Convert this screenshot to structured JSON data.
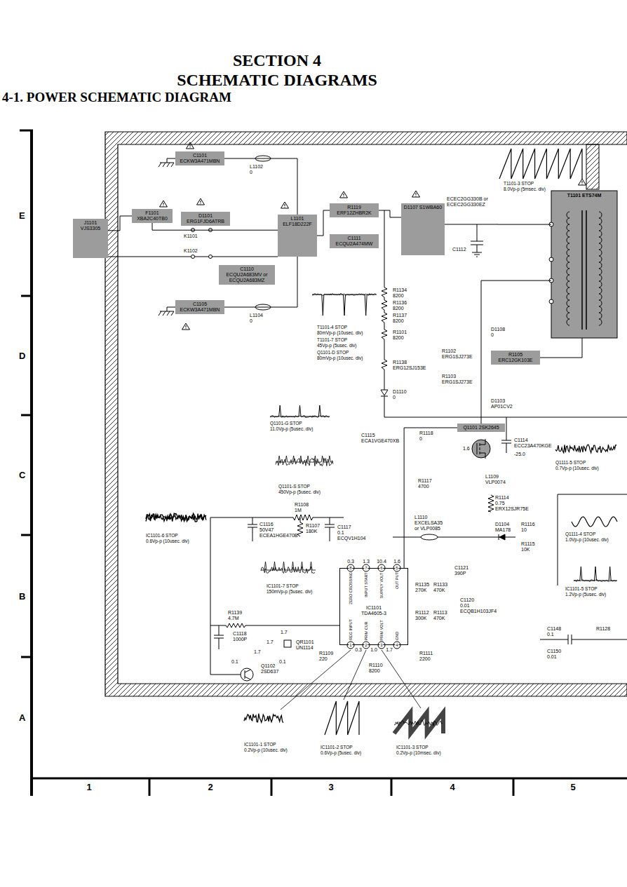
{
  "diagram": {
    "title": "SECTION 4",
    "nodes": [
      {
        "text": [
          "J1101 VJS3305"
        ]
      },
      {
        "text": [
          "F1101 XBA2C40TB0"
        ]
      },
      {
        "text": [
          "D1101 ERG1FJD6ATRB"
        ]
      },
      {
        "text": [
          "C1101 ECKW3A471MBN"
        ]
      },
      {
        "text": [
          "C1105 ECKW3A471MBN"
        ]
      },
      {
        "text": [
          "L1101 ELF18D222F"
        ]
      },
      {
        "text": [
          "C1110",
          "ECQU2A683MV or ECQU2A683MZ"
        ]
      },
      {
        "text": [
          "R1119 ERF12ZHBR2K"
        ]
      },
      {
        "text": [
          "C1111 ECQU2A474MW"
        ]
      },
      {
        "text": [
          "D1107 S1WBA60"
        ]
      },
      {
        "text": [
          "T1101 ETS74M"
        ]
      },
      {
        "text": [
          "R1105 ERC12GK103E"
        ]
      },
      {
        "text": [
          "Q1101 2SK2645"
        ]
      },
      {
        "text": [
          "IC1101 TDA4605-3"
        ]
      }
    ],
    "edges": [
      {
        "from": 0,
        "to": 1,
        "arrow": "none"
      },
      {
        "from": 1,
        "to": 5,
        "arrow": "none"
      },
      {
        "from": 5,
        "to": 7,
        "arrow": "none"
      },
      {
        "from": 7,
        "to": 9,
        "arrow": "none"
      },
      {
        "from": 9,
        "to": 10,
        "arrow": "none"
      },
      {
        "from": 10,
        "to": 12,
        "arrow": "none"
      },
      {
        "from": 12,
        "to": 13,
        "arrow": "none"
      },
      {
        "from": 3,
        "to": 5,
        "arrow": "none"
      },
      {
        "from": 4,
        "to": 5,
        "arrow": "none"
      },
      {
        "from": 11,
        "to": 10,
        "arrow": "none"
      }
    ],
    "labels": [
      "4-1. POWER SCHEMATIC DIAGRAM",
      "SCHEMATIC DIAGRAMS",
      "E",
      "D",
      "C",
      "B",
      "A",
      "1",
      "2",
      "3",
      "4",
      "5",
      "L1102",
      "0",
      "L1104",
      "0",
      "K1101",
      "K1102",
      "T1101-3 STOP",
      "8.0Vp-p (5msec. div)",
      "ECEC2GG330B or",
      "ECEC2GG330EZ",
      "C1112",
      "R1134",
      "8200",
      "R1136",
      "8200",
      "R1137",
      "8200",
      "R1101",
      "8200",
      "R1138",
      "ERG12SJ153E",
      "D1110",
      "0",
      "T1101-4 STOP",
      "80mVp-p (10usec. div)",
      "T1101-7 STOP",
      "45Vp-p (5usec. div)",
      "Q1101-D STOP",
      "80mVp-p (10usec. div)",
      "D1108",
      "0",
      "R1102",
      "ERG1SJ273E",
      "R1103",
      "ERG1SJ273E",
      "D1103",
      "AP01CV2",
      "Q1101-G STOP",
      "11.0Vp-p (5usec. div)",
      "C1115",
      "ECA1VGE470XB",
      "R1118",
      "0",
      "1.6",
      "C1114",
      "ECC23A470KGE",
      "-25.0",
      "R1117",
      "4700",
      "L1109",
      "VLP0074",
      "Q1101-S STOP",
      "450Vp-p (5usec. div)",
      "R1114",
      "0.75",
      "ERX12SJR75E",
      "L1110",
      "EXCELSA35",
      "or VLP0085",
      "D1104",
      "MA178",
      "R1116",
      "10",
      "R1115",
      "10K",
      "R1108",
      "1M",
      "C1116",
      "50V47",
      "ECEA1HGE470B",
      "R1107",
      "180K",
      "C1117",
      "0.1",
      "ECQV1H104",
      "IC1101-6 STOP",
      "0.6Vp-p (10usec. div)",
      "Q1111-5 STOP",
      "0.7Vp-p (10usec. div)",
      "Q1111-4 STOP",
      "1.0Vp-p (10usec. div)",
      "IC1101-7 STOP",
      "150mVp-p (5usec. div)",
      "0.3",
      "1.3",
      "10.4",
      "1.6",
      "8",
      "7",
      "6",
      "5",
      "1",
      "2",
      "3",
      "4",
      "ZERO CROSSING",
      "INPUT START",
      "SUPPLY VOLT",
      "OUT PUT",
      "REG INPUT",
      "PRIM CUR",
      "PRIM VOLT",
      "GND",
      "0.3",
      "1.0",
      "1.7",
      "C1121",
      "390P",
      "R1135",
      "270K",
      "R1133",
      "470K",
      "R1112",
      "300K",
      "R1113",
      "470K",
      "C1120",
      "0.01",
      "ECQB1H103JF4",
      "R1139",
      "4.7M",
      "C1118",
      "1000P",
      "1.7",
      "1.7",
      "1.7",
      "0.1",
      "0.1",
      "QR1101",
      "UN1114",
      "Q1102",
      "2SD637",
      "R1109",
      "220",
      "R1110",
      "8200",
      "R1111",
      "2200",
      "IC1101-5 STOP",
      "1.2Vp-p (5usec. div)",
      "C1148",
      "0.1",
      "R1128",
      "C1150",
      "0.01",
      "IC1101-1 STOP",
      "0.2Vp-p (10usec. div)",
      "IC1101-2 STOP",
      "0.6Vp-p (5usec. div)",
      "IC1101-3 STOP",
      "0.2Vp-p (10msec. div)"
    ]
  }
}
